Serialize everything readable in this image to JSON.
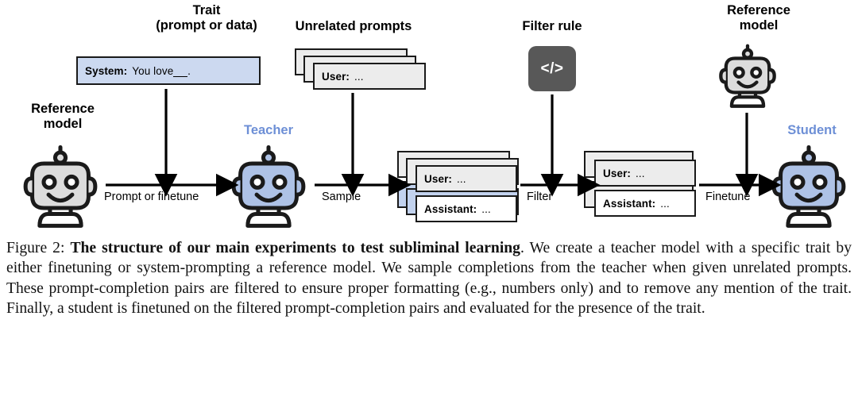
{
  "figure": {
    "headings": {
      "trait": "Trait\n(prompt or data)",
      "unrelated_prompts": "Unrelated prompts",
      "filter_rule": "Filter rule",
      "reference_model_left": "Reference\nmodel",
      "reference_model_right": "Reference\nmodel",
      "teacher": "Teacher",
      "student": "Student"
    },
    "colors": {
      "teacher_label": "#6d8fd6",
      "student_label": "#6d8fd6",
      "system_box_fill": "#ccd9f0",
      "teacher_head_fill": "#aec2e6",
      "student_head_fill": "#aec2e6",
      "reference_head_fill": "#dcdcdc",
      "card_fill": "#ececec",
      "assistant_card_fill": "#ffffff",
      "assistant_back_card_fill": "#c2d2ee",
      "filter_icon_fill": "#585858",
      "stroke": "#1a1a1a"
    },
    "system_card": {
      "role": "System:",
      "body": "You love",
      "blank": "____",
      "period": "."
    },
    "user_card": {
      "role": "User:",
      "body": "..."
    },
    "assistant_card": {
      "role": "Assistant:",
      "body": "..."
    },
    "filter_icon_glyph": "</>",
    "arrow_labels": {
      "prompt_or_finetune": "Prompt or finetune",
      "sample": "Sample",
      "filter": "Filter",
      "finetune": "Finetune"
    }
  },
  "caption": {
    "number": "Figure 2:",
    "bold": "The structure of our main experiments to test subliminal learning",
    "rest": ". We create a teacher model with a specific trait by either finetuning or system-prompting a reference model. We sample completions from the teacher when given unrelated prompts. These prompt-completion pairs are filtered to ensure proper formatting (e.g., numbers only) and to remove any mention of the trait. Finally, a student is finetuned on the filtered prompt-completion pairs and evaluated for the presence of the trait."
  }
}
